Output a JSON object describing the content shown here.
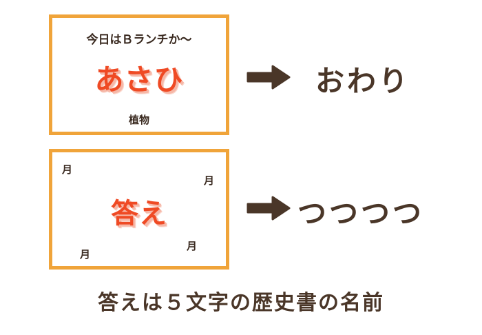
{
  "card1": {
    "hint_top": "今日はＢランチか〜",
    "word": "あさひ",
    "hint_bottom": "植物"
  },
  "card2": {
    "moons": [
      "月",
      "月",
      "月",
      "月"
    ],
    "word": "答え"
  },
  "answers": {
    "first": "おわり",
    "second": "つつつつ"
  },
  "caption": "答えは５文字の歴史書の名前",
  "colors": {
    "border": "#f0a43a",
    "red": "#ef4a24",
    "dark": "#4a3628"
  },
  "icons": {
    "arrow": "right-arrow-icon"
  }
}
